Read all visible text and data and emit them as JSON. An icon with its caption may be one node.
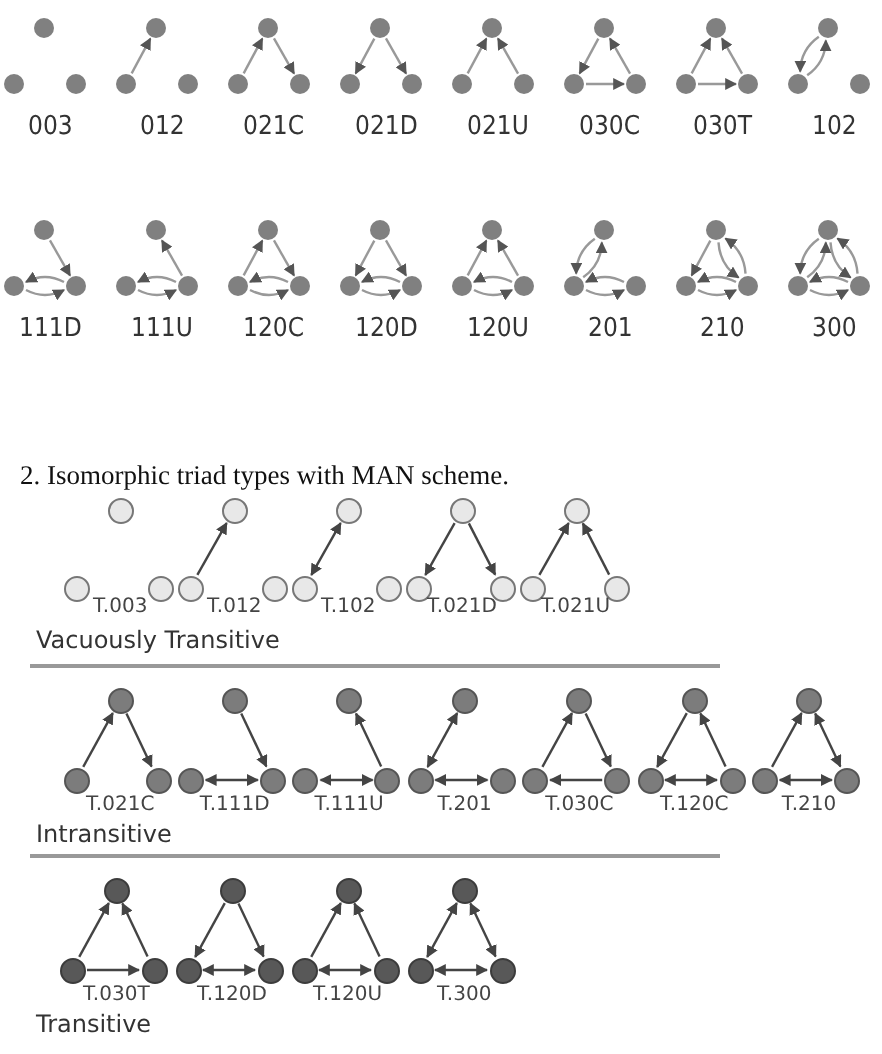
{
  "diagram": {
    "caption": "2. Isomorphic triad types with MAN scheme.",
    "nodes": [
      {
        "text": [],
        "shape": "circle"
      },
      {
        "text": [],
        "shape": "circle"
      },
      {
        "text": [],
        "shape": "circle"
      },
      {
        "text": [],
        "shape": "circle"
      },
      {
        "text": [],
        "shape": "circle"
      },
      {
        "text": [],
        "shape": "circle"
      },
      {
        "text": [],
        "shape": "circle"
      },
      {
        "text": [],
        "shape": "circle"
      },
      {
        "text": [],
        "shape": "circle"
      },
      {
        "text": [],
        "shape": "circle"
      },
      {
        "text": [],
        "shape": "circle"
      },
      {
        "text": [],
        "shape": "circle"
      },
      {
        "text": [],
        "shape": "circle"
      },
      {
        "text": [],
        "shape": "circle"
      },
      {
        "text": [],
        "shape": "circle"
      },
      {
        "text": [],
        "shape": "circle"
      },
      {
        "text": [],
        "shape": "circle"
      },
      {
        "text": [],
        "shape": "circle"
      },
      {
        "text": [],
        "shape": "circle"
      },
      {
        "text": [],
        "shape": "circle"
      },
      {
        "text": [],
        "shape": "circle"
      },
      {
        "text": [],
        "shape": "circle"
      },
      {
        "text": [],
        "shape": "circle"
      },
      {
        "text": [],
        "shape": "circle"
      },
      {
        "text": [],
        "shape": "circle"
      },
      {
        "text": [],
        "shape": "circle"
      },
      {
        "text": [],
        "shape": "circle"
      },
      {
        "text": [],
        "shape": "circle"
      },
      {
        "text": [],
        "shape": "circle"
      },
      {
        "text": [],
        "shape": "circle"
      },
      {
        "text": [],
        "shape": "circle"
      },
      {
        "text": [],
        "shape": "circle"
      },
      {
        "text": [],
        "shape": "circle"
      },
      {
        "text": [],
        "shape": "circle"
      },
      {
        "text": [],
        "shape": "circle"
      },
      {
        "text": [],
        "shape": "circle"
      },
      {
        "text": [],
        "shape": "circle"
      },
      {
        "text": [],
        "shape": "circle"
      },
      {
        "text": [],
        "shape": "circle"
      },
      {
        "text": [],
        "shape": "circle"
      },
      {
        "text": [],
        "shape": "circle"
      },
      {
        "text": [],
        "shape": "circle"
      },
      {
        "text": [],
        "shape": "circle"
      },
      {
        "text": [],
        "shape": "circle"
      },
      {
        "text": [],
        "shape": "circle"
      },
      {
        "text": [],
        "shape": "circle"
      },
      {
        "text": [],
        "shape": "circle"
      },
      {
        "text": [],
        "shape": "circle"
      },
      {
        "text": [],
        "shape": "circle"
      },
      {
        "text": [],
        "shape": "circle"
      },
      {
        "text": [],
        "shape": "circle"
      },
      {
        "text": [],
        "shape": "circle"
      },
      {
        "text": [],
        "shape": "circle"
      },
      {
        "text": [],
        "shape": "circle"
      },
      {
        "text": [],
        "shape": "circle"
      },
      {
        "text": [],
        "shape": "circle"
      },
      {
        "text": [],
        "shape": "circle"
      },
      {
        "text": [],
        "shape": "circle"
      },
      {
        "text": [],
        "shape": "circle"
      },
      {
        "text": [],
        "shape": "circle"
      },
      {
        "text": [],
        "shape": "circle"
      },
      {
        "text": [],
        "shape": "circle"
      },
      {
        "text": [],
        "shape": "circle"
      },
      {
        "text": [],
        "shape": "circle"
      },
      {
        "text": [],
        "shape": "circle"
      },
      {
        "text": [],
        "shape": "circle"
      },
      {
        "text": [],
        "shape": "circle"
      },
      {
        "text": [],
        "shape": "circle"
      },
      {
        "text": [],
        "shape": "circle"
      },
      {
        "text": [],
        "shape": "circle"
      },
      {
        "text": [],
        "shape": "circle"
      },
      {
        "text": [],
        "shape": "circle"
      },
      {
        "text": [],
        "shape": "circle"
      },
      {
        "text": [],
        "shape": "circle"
      },
      {
        "text": [],
        "shape": "circle"
      },
      {
        "text": [],
        "shape": "circle"
      },
      {
        "text": [],
        "shape": "circle"
      },
      {
        "text": [],
        "shape": "circle"
      },
      {
        "text": [],
        "shape": "circle"
      },
      {
        "text": [],
        "shape": "circle"
      },
      {
        "text": [],
        "shape": "circle"
      },
      {
        "text": [],
        "shape": "circle"
      },
      {
        "text": [],
        "shape": "circle"
      },
      {
        "text": [],
        "shape": "circle"
      },
      {
        "text": [],
        "shape": "circle"
      },
      {
        "text": [],
        "shape": "circle"
      },
      {
        "text": [],
        "shape": "circle"
      },
      {
        "text": [],
        "shape": "circle"
      },
      {
        "text": [],
        "shape": "circle"
      },
      {
        "text": [],
        "shape": "circle"
      },
      {
        "text": [],
        "shape": "circle"
      },
      {
        "text": [],
        "shape": "circle"
      },
      {
        "text": [],
        "shape": "circle"
      },
      {
        "text": [],
        "shape": "circle"
      },
      {
        "text": [],
        "shape": "circle"
      },
      {
        "text": [],
        "shape": "circle"
      }
    ],
    "edges": [
      {
        "from": 4,
        "to": 3,
        "arrow": "to"
      },
      {
        "from": 7,
        "to": 6,
        "arrow": "to"
      },
      {
        "from": 6,
        "to": 8,
        "arrow": "to"
      },
      {
        "from": 9,
        "to": 10,
        "arrow": "to"
      },
      {
        "from": 9,
        "to": 11,
        "arrow": "to"
      },
      {
        "from": 13,
        "to": 12,
        "arrow": "to"
      },
      {
        "from": 14,
        "to": 12,
        "arrow": "to"
      },
      {
        "from": 15,
        "to": 16,
        "arrow": "to"
      },
      {
        "from": 16,
        "to": 17,
        "arrow": "to"
      },
      {
        "from": 17,
        "to": 15,
        "arrow": "to"
      },
      {
        "from": 19,
        "to": 18,
        "arrow": "to"
      },
      {
        "from": 19,
        "to": 20,
        "arrow": "to"
      },
      {
        "from": 20,
        "to": 18,
        "arrow": "to"
      },
      {
        "from": 21,
        "to": 22,
        "arrow": "to"
      },
      {
        "from": 22,
        "to": 21,
        "arrow": "to"
      },
      {
        "from": 24,
        "to": 26,
        "arrow": "to"
      },
      {
        "from": 25,
        "to": 26,
        "arrow": "to"
      },
      {
        "from": 26,
        "to": 25,
        "arrow": "to"
      },
      {
        "from": 29,
        "to": 27,
        "arrow": "to"
      },
      {
        "from": 28,
        "to": 29,
        "arrow": "to"
      },
      {
        "from": 29,
        "to": 28,
        "arrow": "to"
      },
      {
        "from": 31,
        "to": 30,
        "arrow": "to"
      },
      {
        "from": 30,
        "to": 32,
        "arrow": "to"
      },
      {
        "from": 31,
        "to": 32,
        "arrow": "to"
      },
      {
        "from": 32,
        "to": 31,
        "arrow": "to"
      },
      {
        "from": 33,
        "to": 34,
        "arrow": "to"
      },
      {
        "from": 33,
        "to": 35,
        "arrow": "to"
      },
      {
        "from": 34,
        "to": 35,
        "arrow": "to"
      },
      {
        "from": 35,
        "to": 34,
        "arrow": "to"
      },
      {
        "from": 37,
        "to": 36,
        "arrow": "to"
      },
      {
        "from": 38,
        "to": 36,
        "arrow": "to"
      },
      {
        "from": 37,
        "to": 38,
        "arrow": "to"
      },
      {
        "from": 38,
        "to": 37,
        "arrow": "to"
      },
      {
        "from": 39,
        "to": 40,
        "arrow": "to"
      },
      {
        "from": 40,
        "to": 39,
        "arrow": "to"
      },
      {
        "from": 40,
        "to": 41,
        "arrow": "to"
      },
      {
        "from": 41,
        "to": 40,
        "arrow": "to"
      },
      {
        "from": 42,
        "to": 43,
        "arrow": "to"
      },
      {
        "from": 42,
        "to": 44,
        "arrow": "to"
      },
      {
        "from": 44,
        "to": 42,
        "arrow": "to"
      },
      {
        "from": 43,
        "to": 44,
        "arrow": "to"
      },
      {
        "from": 44,
        "to": 43,
        "arrow": "to"
      },
      {
        "from": 45,
        "to": 46,
        "arrow": "to"
      },
      {
        "from": 46,
        "to": 45,
        "arrow": "to"
      },
      {
        "from": 45,
        "to": 47,
        "arrow": "to"
      },
      {
        "from": 47,
        "to": 45,
        "arrow": "to"
      },
      {
        "from": 46,
        "to": 47,
        "arrow": "to"
      },
      {
        "from": 47,
        "to": 46,
        "arrow": "to"
      },
      {
        "from": 52,
        "to": 51,
        "arrow": "to",
        "color": "#444444"
      },
      {
        "from": 54,
        "to": 55,
        "arrow": "both",
        "color": "#444444"
      },
      {
        "from": 57,
        "to": 58,
        "arrow": "to",
        "color": "#444444"
      },
      {
        "from": 57,
        "to": 59,
        "arrow": "to",
        "color": "#444444"
      },
      {
        "from": 61,
        "to": 60,
        "arrow": "to",
        "color": "#444444"
      },
      {
        "from": 62,
        "to": 60,
        "arrow": "to",
        "color": "#444444"
      },
      {
        "from": 64,
        "to": 63,
        "arrow": "to",
        "color": "#444444"
      },
      {
        "from": 63,
        "to": 65,
        "arrow": "to",
        "color": "#444444"
      },
      {
        "from": 66,
        "to": 68,
        "arrow": "to",
        "color": "#444444"
      },
      {
        "from": 67,
        "to": 68,
        "arrow": "both",
        "color": "#444444"
      },
      {
        "from": 71,
        "to": 69,
        "arrow": "to",
        "color": "#444444"
      },
      {
        "from": 70,
        "to": 71,
        "arrow": "both",
        "color": "#444444"
      },
      {
        "from": 72,
        "to": 73,
        "arrow": "both",
        "color": "#444444"
      },
      {
        "from": 73,
        "to": 74,
        "arrow": "both",
        "color": "#444444"
      },
      {
        "from": 76,
        "to": 75,
        "arrow": "to",
        "color": "#444444"
      },
      {
        "from": 75,
        "to": 77,
        "arrow": "to",
        "color": "#444444"
      },
      {
        "from": 77,
        "to": 76,
        "arrow": "to",
        "color": "#444444"
      },
      {
        "from": 78,
        "to": 79,
        "arrow": "to",
        "color": "#444444"
      },
      {
        "from": 80,
        "to": 78,
        "arrow": "to",
        "color": "#444444"
      },
      {
        "from": 79,
        "to": 80,
        "arrow": "both",
        "color": "#444444"
      },
      {
        "from": 82,
        "to": 81,
        "arrow": "to",
        "color": "#444444"
      },
      {
        "from": 81,
        "to": 83,
        "arrow": "both",
        "color": "#444444"
      },
      {
        "from": 82,
        "to": 83,
        "arrow": "both",
        "color": "#444444"
      },
      {
        "from": 85,
        "to": 84,
        "arrow": "to",
        "color": "#444444"
      },
      {
        "from": 86,
        "to": 84,
        "arrow": "to",
        "color": "#444444"
      },
      {
        "from": 85,
        "to": 86,
        "arrow": "to",
        "color": "#444444"
      },
      {
        "from": 87,
        "to": 88,
        "arrow": "to",
        "color": "#444444"
      },
      {
        "from": 87,
        "to": 89,
        "arrow": "to",
        "color": "#444444"
      },
      {
        "from": 88,
        "to": 89,
        "arrow": "both",
        "color": "#444444"
      },
      {
        "from": 91,
        "to": 90,
        "arrow": "to",
        "color": "#444444"
      },
      {
        "from": 92,
        "to": 90,
        "arrow": "to",
        "color": "#444444"
      },
      {
        "from": 91,
        "to": 92,
        "arrow": "both",
        "color": "#444444"
      },
      {
        "from": 93,
        "to": 94,
        "arrow": "both",
        "color": "#444444"
      },
      {
        "from": 93,
        "to": 95,
        "arrow": "both",
        "color": "#444444"
      },
      {
        "from": 94,
        "to": 95,
        "arrow": "both",
        "color": "#444444"
      }
    ],
    "labels": [
      "003",
      "012",
      "021C",
      "021D",
      "021U",
      "030C",
      "030T",
      "102",
      "111D",
      "111U",
      "120C",
      "120D",
      "120U",
      "201",
      "210",
      "300",
      "T.003",
      "T.012",
      "T.102",
      "T.021D",
      "T.021U",
      "Vacuously Transitive",
      "T.021C",
      "T.111D",
      "T.111U",
      "T.201",
      "T.030C",
      "T.120C",
      "T.210",
      "Intransitive",
      "T.030T",
      "T.120D",
      "T.120U",
      "T.300",
      "Transitive"
    ]
  }
}
